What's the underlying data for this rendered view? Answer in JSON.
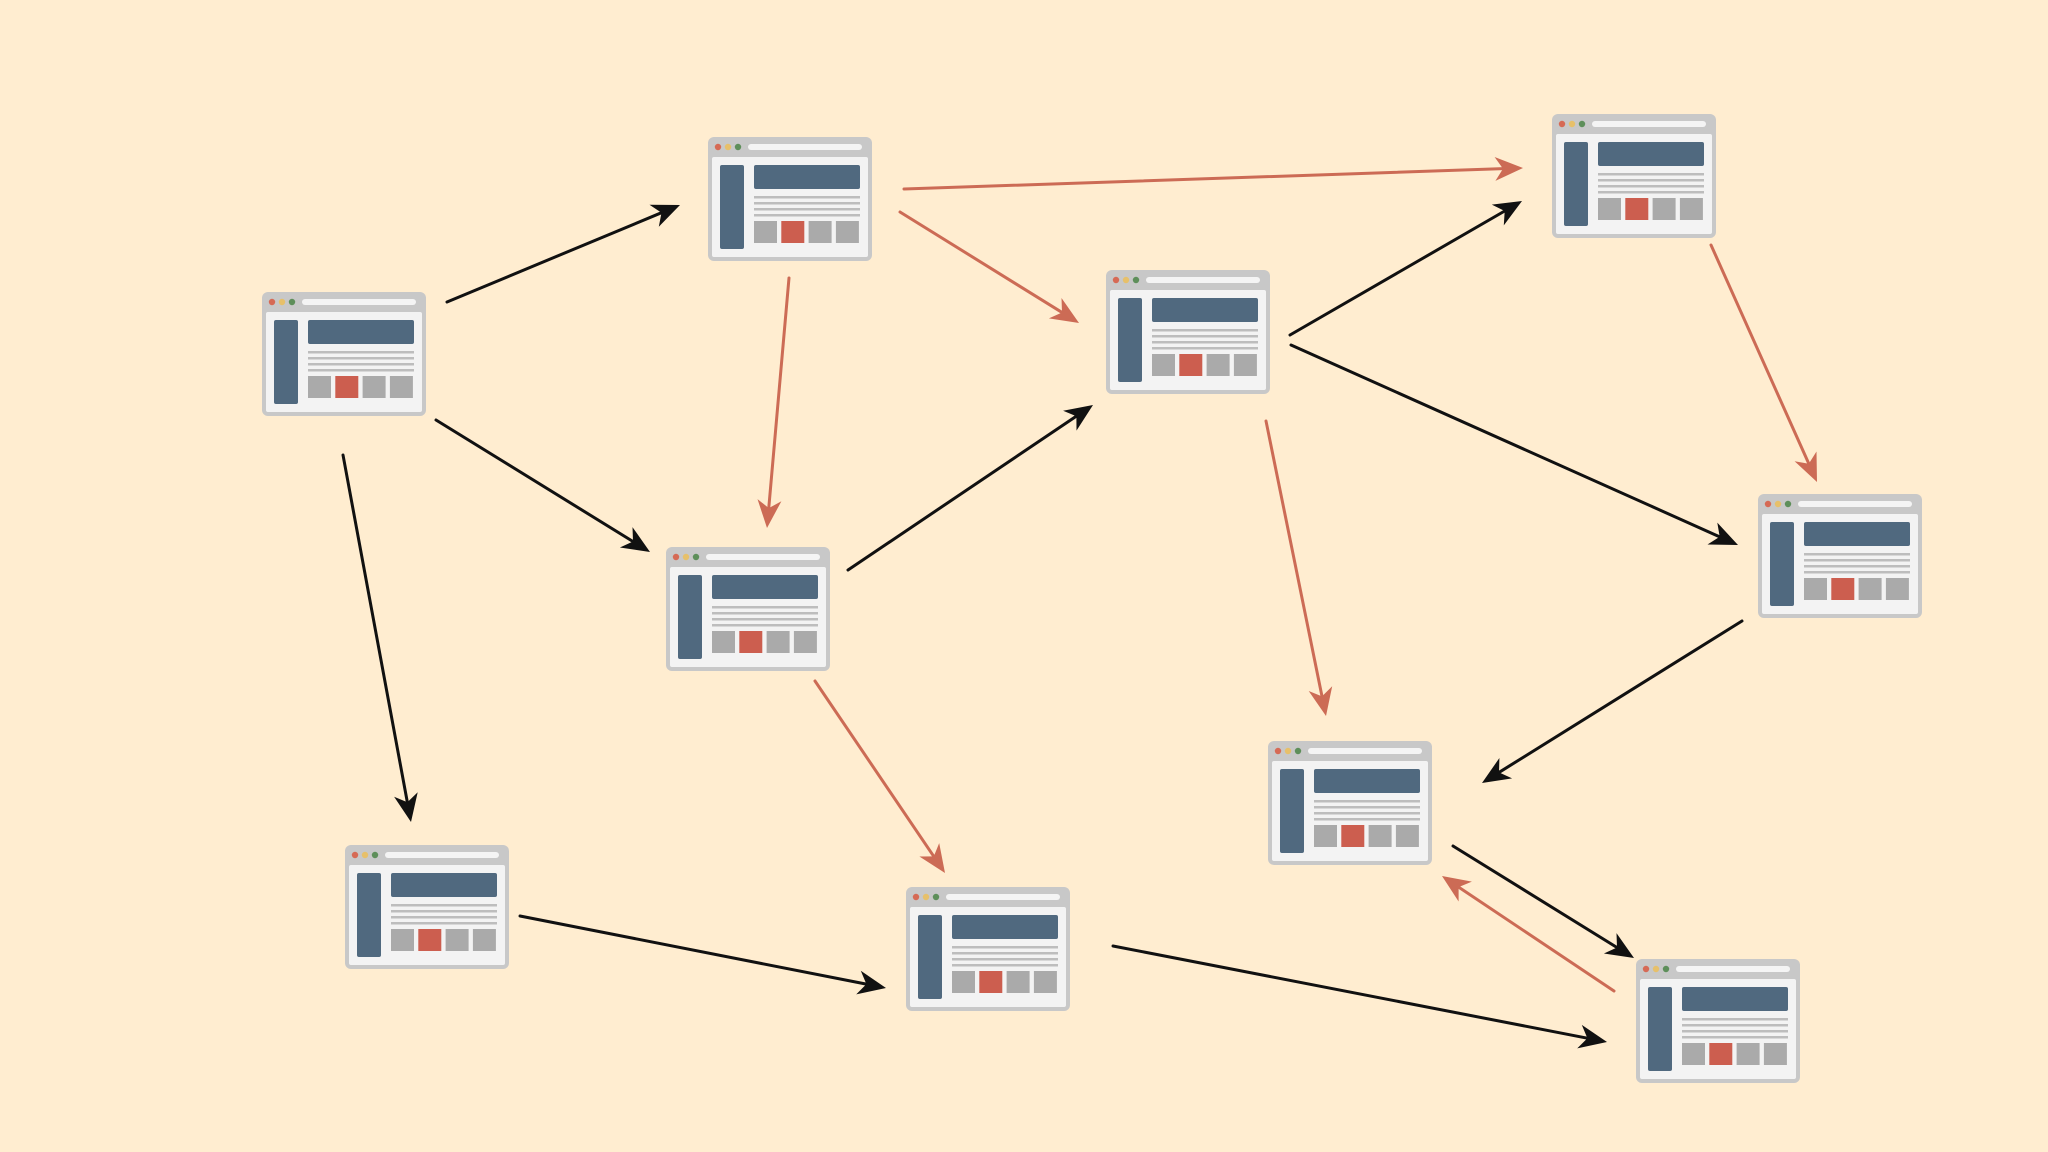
{
  "colors": {
    "background": "#FFEDD0",
    "edge_primary": "#111111",
    "edge_secondary": "#CC6B55",
    "window_frame": "#C8C8C8",
    "window_body": "#F3F3F3",
    "window_dark": "#50697F",
    "window_block": "#AAAAAA",
    "window_accent": "#CC5E4F",
    "window_line": "#BDBDBD",
    "window_dot_red": "#D66A55",
    "window_dot_yellow": "#E7C06A",
    "window_dot_green": "#5E8F5A"
  },
  "nodes": [
    {
      "id": "page-1",
      "icon": "web-page-icon"
    },
    {
      "id": "page-2",
      "icon": "web-page-icon"
    },
    {
      "id": "page-3",
      "icon": "web-page-icon"
    },
    {
      "id": "page-4",
      "icon": "web-page-icon"
    },
    {
      "id": "page-5",
      "icon": "web-page-icon"
    },
    {
      "id": "page-6",
      "icon": "web-page-icon"
    },
    {
      "id": "page-7",
      "icon": "web-page-icon"
    },
    {
      "id": "page-8",
      "icon": "web-page-icon"
    },
    {
      "id": "page-9",
      "icon": "web-page-icon"
    },
    {
      "id": "page-10",
      "icon": "web-page-icon"
    },
    {
      "id": "page-11",
      "icon": "web-page-icon"
    }
  ],
  "edges": [
    {
      "from": "page-1",
      "to": "page-2",
      "kind": "primary"
    },
    {
      "from": "page-1",
      "to": "page-4",
      "kind": "primary"
    },
    {
      "from": "page-1",
      "to": "page-5",
      "kind": "primary"
    },
    {
      "from": "page-2",
      "to": "page-7",
      "kind": "secondary"
    },
    {
      "from": "page-2",
      "to": "page-3",
      "kind": "secondary"
    },
    {
      "from": "page-2",
      "to": "page-4",
      "kind": "secondary"
    },
    {
      "from": "page-4",
      "to": "page-3",
      "kind": "primary"
    },
    {
      "from": "page-4",
      "to": "page-6",
      "kind": "secondary"
    },
    {
      "from": "page-3",
      "to": "page-7",
      "kind": "primary"
    },
    {
      "from": "page-3",
      "to": "page-8",
      "kind": "primary"
    },
    {
      "from": "page-3",
      "to": "page-9",
      "kind": "secondary"
    },
    {
      "from": "page-7",
      "to": "page-8",
      "kind": "secondary"
    },
    {
      "from": "page-8",
      "to": "page-9",
      "kind": "primary"
    },
    {
      "from": "page-5",
      "to": "page-6",
      "kind": "primary"
    },
    {
      "from": "page-6",
      "to": "page-10",
      "kind": "primary"
    },
    {
      "from": "page-9",
      "to": "page-10",
      "kind": "primary"
    },
    {
      "from": "page-10",
      "to": "page-9",
      "kind": "secondary"
    }
  ]
}
